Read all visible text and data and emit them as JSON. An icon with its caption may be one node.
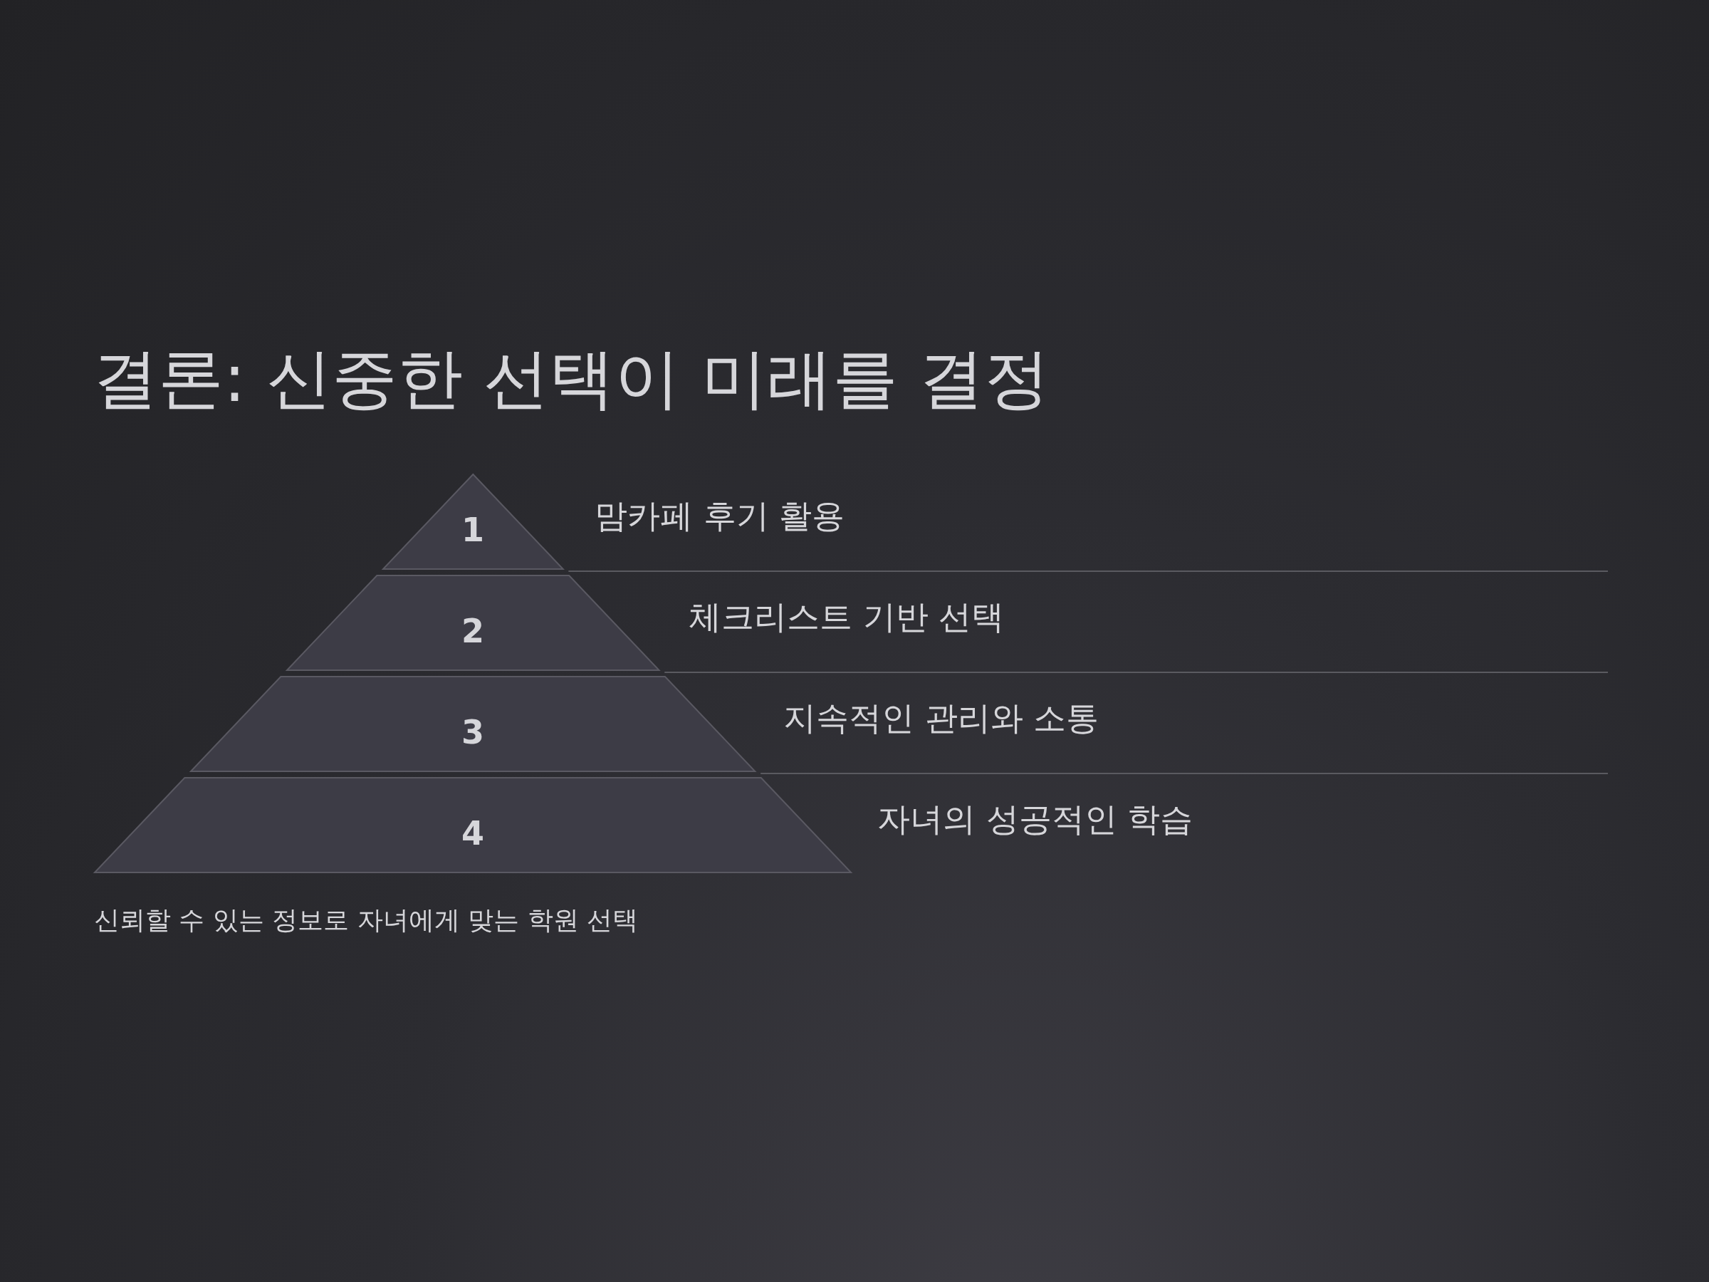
{
  "diagram": {
    "title": "결론: 신중한 선택이 미래를 결정",
    "caption": "신뢰할 수 있는 정보로 자녀에게 맞는 학원 선택",
    "nodes": [
      {
        "text": [
          "1"
        ],
        "beside": [
          "맘카페 후기 활용"
        ]
      },
      {
        "text": [
          "2"
        ],
        "beside": [
          "체크리스트 기반 선택"
        ]
      },
      {
        "text": [
          "3"
        ],
        "beside": [
          "지속적인 관리와 소통"
        ]
      },
      {
        "text": [
          "4"
        ],
        "beside": [
          "자녀의 성공적인 학습"
        ]
      }
    ]
  }
}
